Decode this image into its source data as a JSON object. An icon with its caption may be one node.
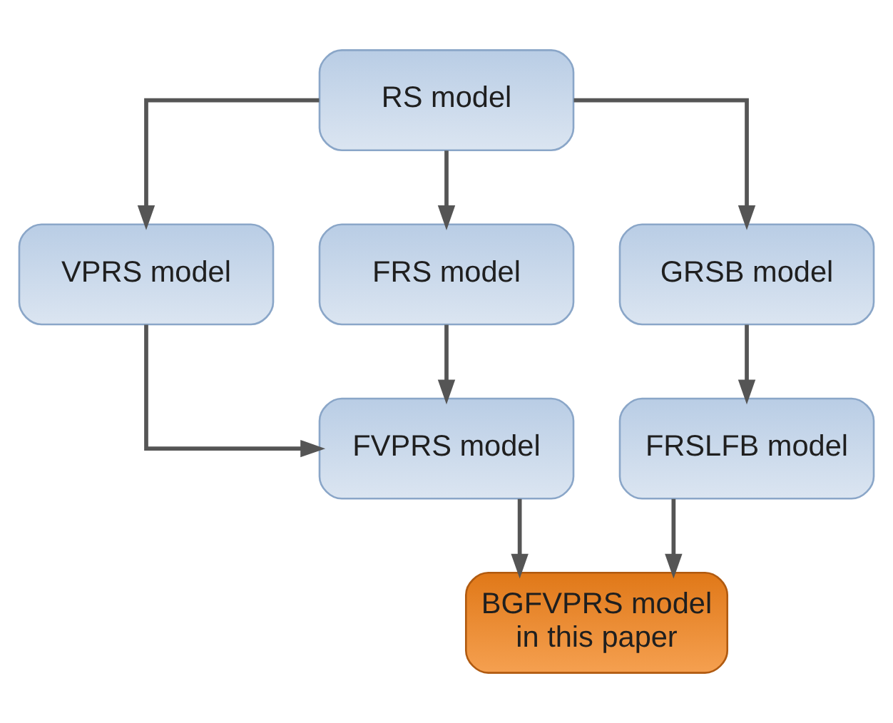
{
  "diagram": {
    "nodes": [
      {
        "text": [
          "RS model"
        ]
      },
      {
        "text": [
          "VPRS model"
        ]
      },
      {
        "text": [
          "FRS model"
        ]
      },
      {
        "text": [
          "GRSB model"
        ]
      },
      {
        "text": [
          "FVPRS model"
        ]
      },
      {
        "text": [
          "FRSLFB model"
        ]
      },
      {
        "text": [
          "BGFVPRS model in this paper"
        ]
      }
    ],
    "edges": [
      {
        "from": 0,
        "to": 1,
        "arrow": "to"
      },
      {
        "from": 0,
        "to": 2,
        "arrow": "to"
      },
      {
        "from": 0,
        "to": 3,
        "arrow": "to"
      },
      {
        "from": 1,
        "to": 4,
        "arrow": "to"
      },
      {
        "from": 2,
        "to": 4,
        "arrow": "to"
      },
      {
        "from": 3,
        "to": 5,
        "arrow": "to"
      },
      {
        "from": 4,
        "to": 6,
        "arrow": "to"
      },
      {
        "from": 5,
        "to": 6,
        "arrow": "to"
      }
    ]
  }
}
